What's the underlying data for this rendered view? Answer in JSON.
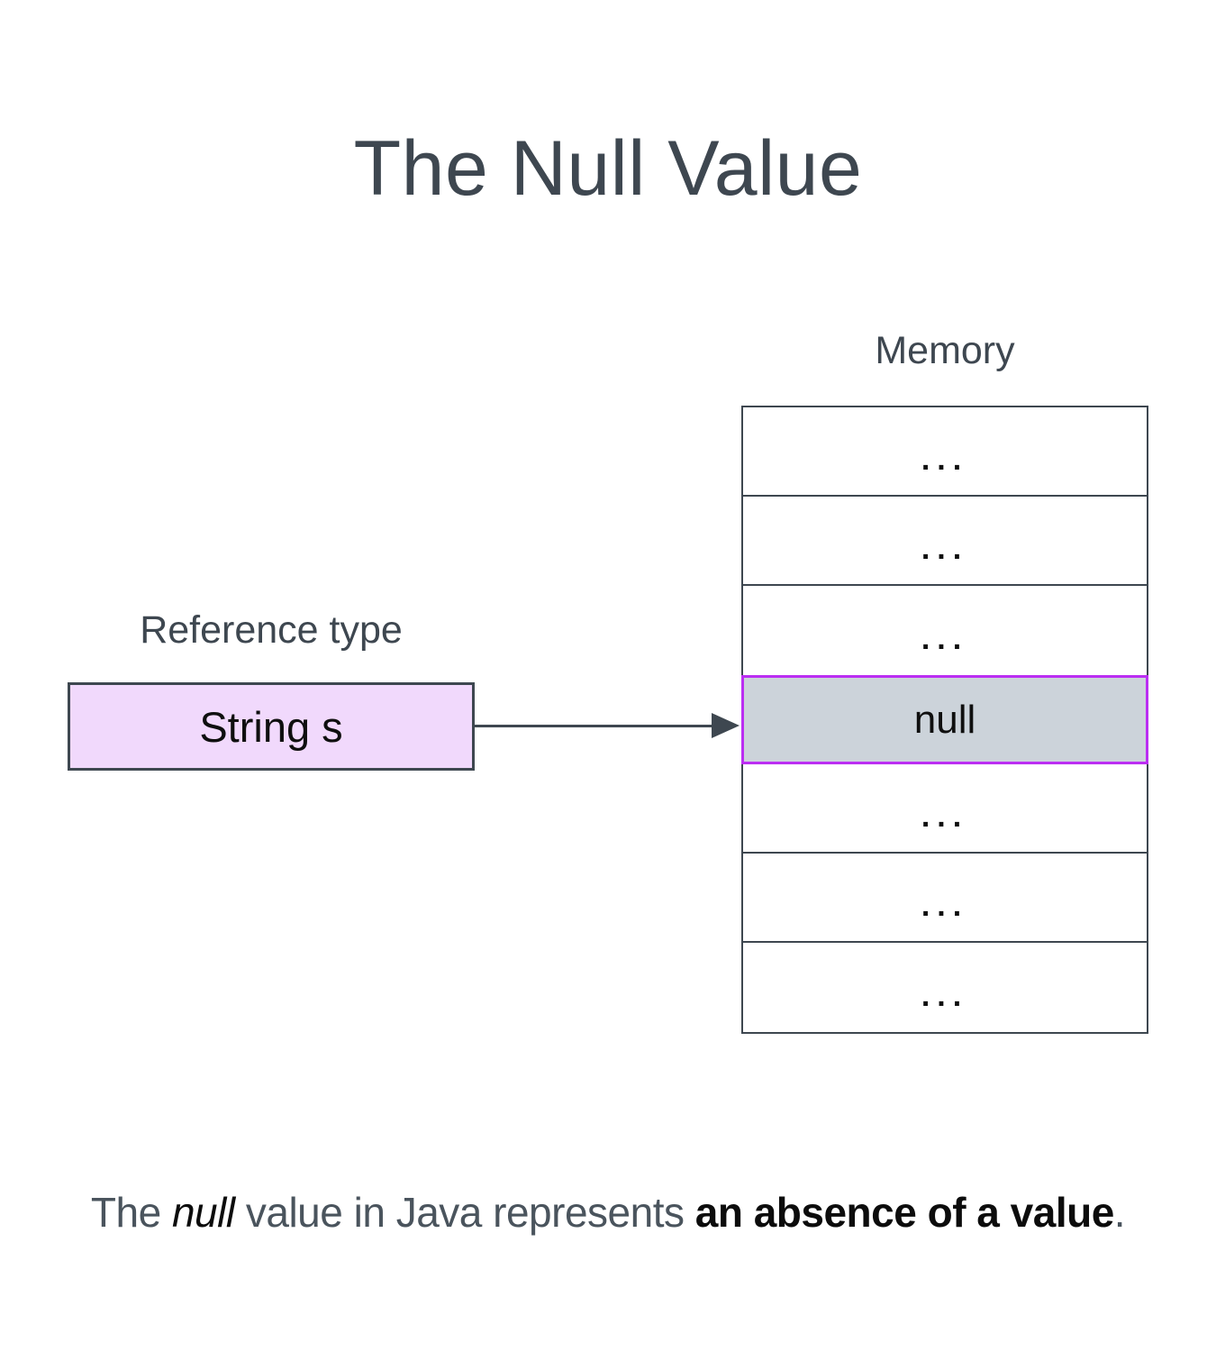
{
  "title": "The Null Value",
  "memory": {
    "label": "Memory",
    "rows": [
      {
        "value": "...",
        "highlighted": false
      },
      {
        "value": "...",
        "highlighted": false
      },
      {
        "value": "...",
        "highlighted": false
      },
      {
        "value": "null",
        "highlighted": true
      },
      {
        "value": "...",
        "highlighted": false
      },
      {
        "value": "...",
        "highlighted": false
      },
      {
        "value": "...",
        "highlighted": false
      }
    ]
  },
  "reference": {
    "label": "Reference type",
    "box_text": "String s"
  },
  "caption": {
    "prefix": "The ",
    "italic": "null",
    "middle": " value in Java represents ",
    "bold": "an absence of a value",
    "suffix": "."
  },
  "colors": {
    "slate": "#3e4750",
    "highlight_bg": "#ccd3da",
    "highlight_border": "#bb2ef2",
    "reference_bg": "#f1d9fc",
    "text_black": "#0c0c0c"
  }
}
